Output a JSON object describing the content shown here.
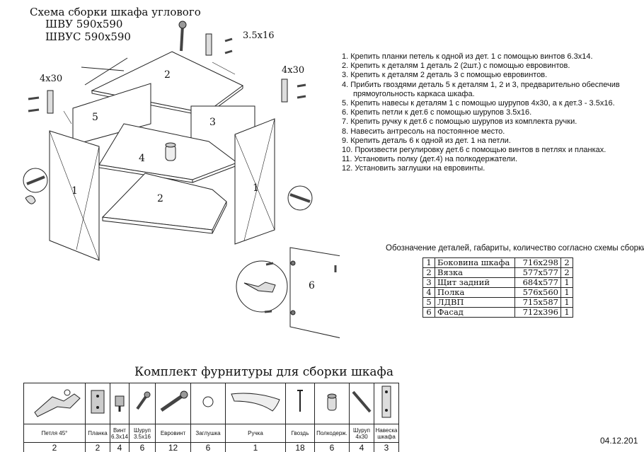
{
  "header": {
    "title": "Схема сборки шкафа углового",
    "model1": "ШВУ  590х590",
    "model2": "ШВУС  590х590"
  },
  "diagram": {
    "part_labels": {
      "p2_top": "2",
      "p5": "5",
      "p3": "3",
      "p4": "4",
      "p2_bottom": "2",
      "p1_left": "1",
      "p1_right": "1",
      "p6": "6"
    },
    "screw_label_top": "3.5х16",
    "screw_label_left": "4х30",
    "screw_label_right": "4х30"
  },
  "instructions": [
    "1. Крепить планки петель к одной из дет. 1 с помощью винтов 6.3х14.",
    "2. Крепить к деталям 1 деталь 2 (2шт.) с помощью евровинтов.",
    "3. Крепить к деталям 2 деталь 3 с помощью евровинтов.",
    "4. Прибить гвоздями деталь 5 к деталям 1, 2 и 3, предварительно обеспечив",
    "   прямоугольность  каркаса шкафа.",
    "5. Крепить навесы к деталям 1 с помощью шурупов 4х30, а к дет.3 - 3.5х16.",
    "6. Крепить петли к дет.6 с помощью шурупов 3.5х16.",
    "7. Крепить ручку к дет.6 с помощью шурупов из комплекта ручки.",
    "8. Навесить антресоль на постоянное место.",
    "9. Крепить деталь 6 к одной из дет. 1 на петли.",
    "10. Произвести регулировку дет.6 с помощью винтов в петлях и планках.",
    "11. Установить полку (дет.4) на полкодержатели.",
    "12. Установить заглушки на евровинты."
  ],
  "parts_table": {
    "caption": "Обозначение деталей, габариты, количество согласно схемы сборки",
    "rows": [
      {
        "n": "1",
        "name": "Боковина шкафа",
        "size": "716х298",
        "qty": "2"
      },
      {
        "n": "2",
        "name": "Вязка",
        "size": "577х577",
        "qty": "2"
      },
      {
        "n": "3",
        "name": "Щит задний",
        "size": "684х577",
        "qty": "1"
      },
      {
        "n": "4",
        "name": "Полка",
        "size": "576х560",
        "qty": "1"
      },
      {
        "n": "5",
        "name": "ЛДВП",
        "size": "715х587",
        "qty": "1"
      },
      {
        "n": "6",
        "name": "Фасад",
        "size": "712х396",
        "qty": "1"
      }
    ]
  },
  "hardware_kit": {
    "title": "Комплект фурнитуры для сборки шкафа",
    "items": [
      {
        "name": "Петля 45°",
        "qty": "2",
        "icon": "hinge-icon"
      },
      {
        "name": "Планка",
        "qty": "2",
        "icon": "mounting-plate-icon"
      },
      {
        "name": "Винт 6.3х14",
        "qty": "4",
        "icon": "bolt-icon"
      },
      {
        "name": "Шуруп 3.5х16",
        "qty": "6",
        "icon": "short-screw-icon"
      },
      {
        "name": "Евровинт",
        "qty": "12",
        "icon": "euro-screw-icon"
      },
      {
        "name": "Заглушка",
        "qty": "6",
        "icon": "cap-icon"
      },
      {
        "name": "Ручка",
        "qty": "1",
        "icon": "handle-icon"
      },
      {
        "name": "Гвоздь",
        "qty": "18",
        "icon": "nail-icon"
      },
      {
        "name": "Полкодерж.",
        "qty": "6",
        "icon": "shelf-support-icon"
      },
      {
        "name": "Шуруп 4х30",
        "qty": "4",
        "icon": "long-screw-icon"
      },
      {
        "name": "Навеска шкафа",
        "qty": "3",
        "icon": "cabinet-hanger-icon"
      }
    ],
    "date": "04.12.201"
  }
}
